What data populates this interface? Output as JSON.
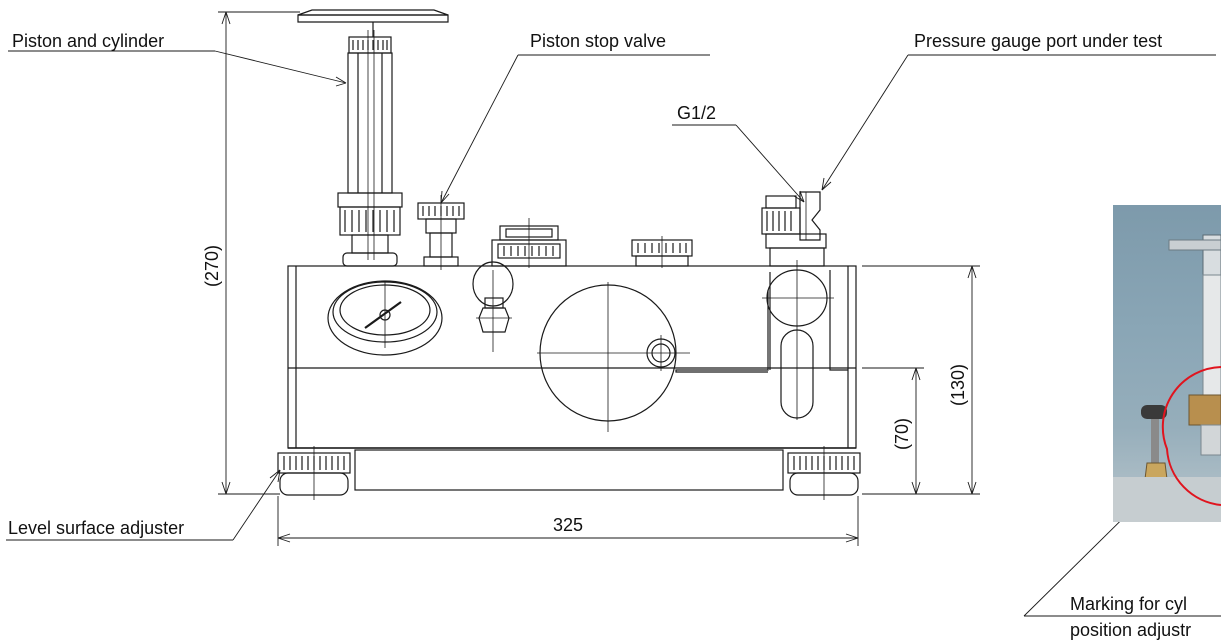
{
  "labels": {
    "piston_and_cylinder": "Piston and cylinder",
    "piston_stop_valve": "Piston stop valve",
    "pressure_gauge_port": "Pressure gauge port under test",
    "thread_size": "G1/2",
    "level_surface_adjuster": "Level surface adjuster",
    "marking_line1": "Marking for cyl",
    "marking_line2": "position adjustr"
  },
  "dimensions": {
    "width": "325",
    "total_height": "(270)",
    "body_height": "(130)",
    "base_height": "(70)"
  },
  "colors": {
    "line": "#1a1a1a",
    "highlight_circle": "#e0141e",
    "photo_background": "#8aa6b6"
  }
}
